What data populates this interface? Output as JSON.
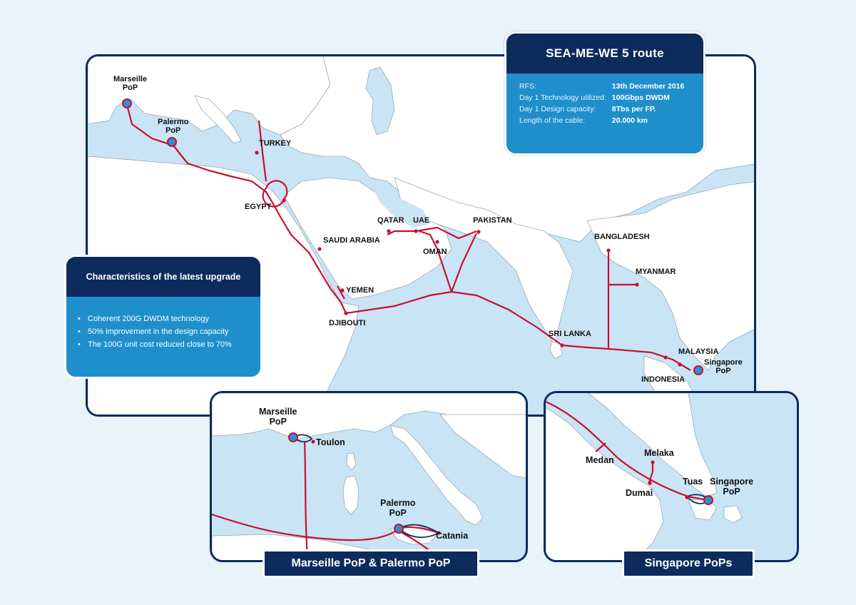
{
  "info_box": {
    "title": "SEA-ME-WE 5  route",
    "rows": [
      {
        "key": "RFS:",
        "value": "13th December 2016"
      },
      {
        "key": "Day 1 Technology utilized:",
        "value": "100Gbps DWDM"
      },
      {
        "key": "Day 1 Design capacity:",
        "value": "8Tbs per FP."
      },
      {
        "key": "Length of the cable:",
        "value": "20.000 km"
      }
    ]
  },
  "upgrade_box": {
    "title": "Characteristics of the latest upgrade",
    "items": [
      "Coherent 200G DWDM technology",
      "50% improvement in the design capacity",
      "The 100G unit cost reduced close to 70%"
    ]
  },
  "main_map": {
    "labels": {
      "marseille_l1": "Marseille",
      "marseille_l2": "PoP",
      "palermo_l1": "Palermo",
      "palermo_l2": "PoP",
      "turkey": "TURKEY",
      "egypt": "EGYPT",
      "saudi_arabia": "SAUDI ARABIA",
      "qatar": "QATAR",
      "uae": "UAE",
      "oman": "OMAN",
      "pakistan": "PAKISTAN",
      "yemen": "YEMEN",
      "djibouti": "DJIBOUTI",
      "bangladesh": "BANGLADESH",
      "myanmar": "MYANMAR",
      "sri_lanka": "SRI LANKA",
      "malaysia": "MALAYSIA",
      "indonesia": "INDONESIA",
      "singapore_l1": "Singapore",
      "singapore_l2": "PoP"
    }
  },
  "inset_med": {
    "caption": "Marseille PoP & Palermo PoP",
    "labels": {
      "marseille_l1": "Marseille",
      "marseille_l2": "PoP",
      "toulon": "Toulon",
      "palermo_l1": "Palermo",
      "palermo_l2": "PoP",
      "catania": "Catania"
    }
  },
  "inset_sg": {
    "caption": "Singapore PoPs",
    "labels": {
      "medan": "Medan",
      "melaka": "Melaka",
      "dumai": "Dumai",
      "tuas": "Tuas",
      "singapore_l1": "Singapore",
      "singapore_l2": "PoP"
    }
  },
  "colors": {
    "sea": "#c9e4f5",
    "land": "#ffffff",
    "cable": "#c8102e",
    "navy": "#0d2b5c",
    "box_blue": "#1f8fcb",
    "pop_fill": "#2b8fd6"
  }
}
